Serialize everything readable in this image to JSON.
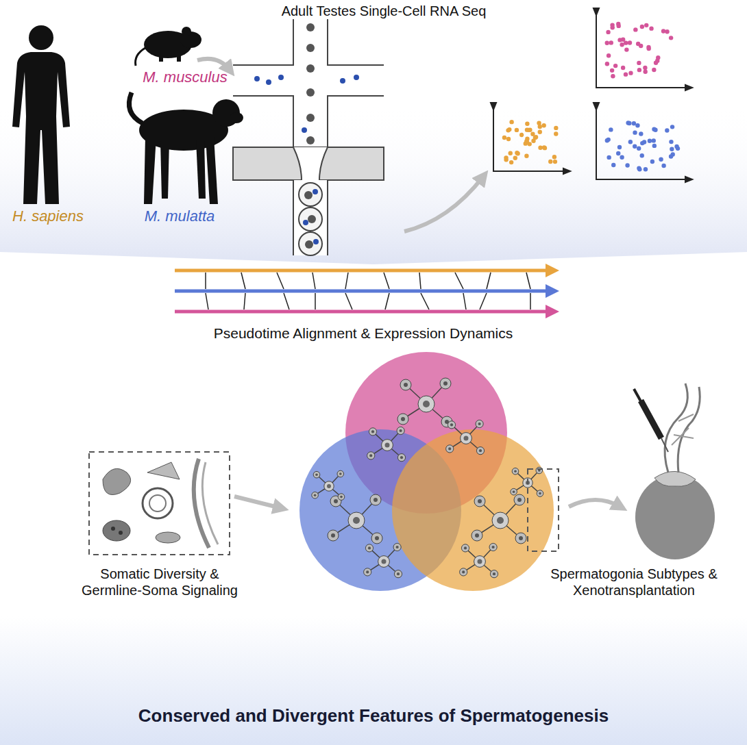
{
  "diagram": {
    "title": "Conserved and Divergent Features of Spermatogenesis",
    "labels": [
      "Adult Testes Single-Cell RNA Seq",
      "M. musculus",
      "H. sapiens",
      "M. mulatta",
      "Pseudotime Alignment & Expression Dynamics",
      "Somatic Diversity & Germline-Soma Signaling",
      "Spermatogonia Subtypes & Xenotransplantation"
    ]
  }
}
